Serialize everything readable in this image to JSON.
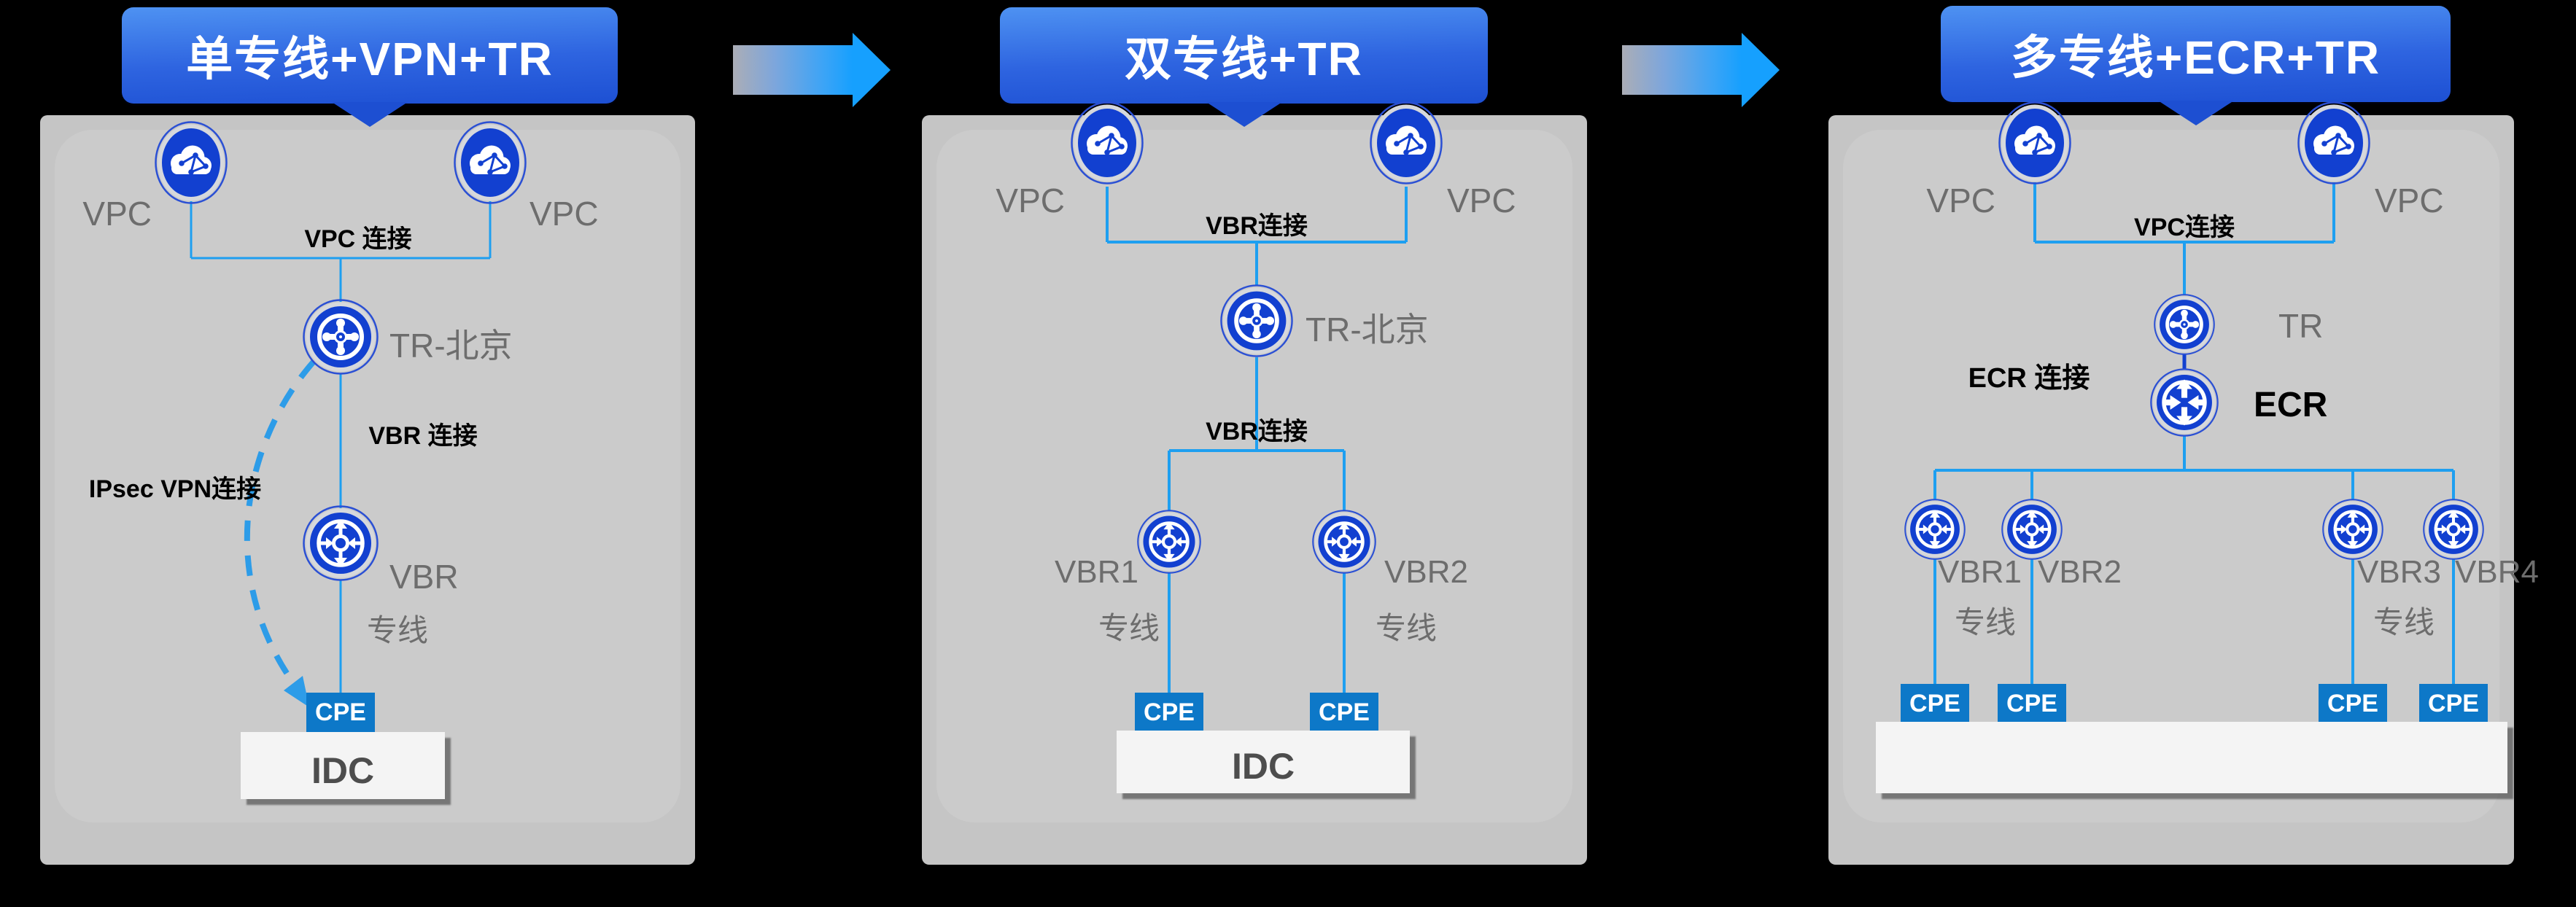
{
  "colors": {
    "background": "#000000",
    "panel_gray": "#c5c5c5",
    "panel_inner_gray": "#cbcbcb",
    "title_gradient_top": "#4e92f2",
    "title_gradient_bottom": "#1d50d3",
    "icon_blue": "#1240d0",
    "connector_blue": "#1e9ff0",
    "cpe_blue": "#0d78c8",
    "arrow_blue": "#16a0fe",
    "idc_bg": "#f4f4f4",
    "gray_label": "#6d6d6d"
  },
  "icons": {
    "vpc": "cloud-icon",
    "tr": "transit-router-icon",
    "vbr": "virtual-border-router-icon",
    "ecr": "express-connect-router-icon",
    "flow": "right-arrow-icon"
  },
  "panels": [
    {
      "title": "单专线+VPN+TR",
      "vpc_left": "VPC",
      "vpc_right": "VPC",
      "top_link": "VPC 连接",
      "tr": "TR-北京",
      "mid_link": "VBR 连接",
      "vpn_link": "IPsec VPN连接",
      "vbr": "VBR",
      "line1": "专线",
      "cpe": [
        "CPE"
      ],
      "idc": "IDC"
    },
    {
      "title": "双专线+TR",
      "vpc_left": "VPC",
      "vpc_right": "VPC",
      "top_link": "VBR连接",
      "tr": "TR-北京",
      "mid_link": "VBR连接",
      "vbr1": "VBR1",
      "vbr2": "VBR2",
      "line1": "专线",
      "line2": "专线",
      "cpe": [
        "CPE",
        "CPE"
      ],
      "idc": "IDC"
    },
    {
      "title": "多专线+ECR+TR",
      "vpc_left": "VPC",
      "vpc_right": "VPC",
      "top_link": "VPC连接",
      "tr": "TR",
      "ecr_link": "ECR 连接",
      "ecr": "ECR",
      "vbr1": "VBR1",
      "vbr2": "VBR2",
      "vbr3": "VBR3",
      "vbr4": "VBR4",
      "line1": "专线",
      "line2": "专线",
      "cpe": [
        "CPE",
        "CPE",
        "CPE",
        "CPE"
      ]
    }
  ]
}
